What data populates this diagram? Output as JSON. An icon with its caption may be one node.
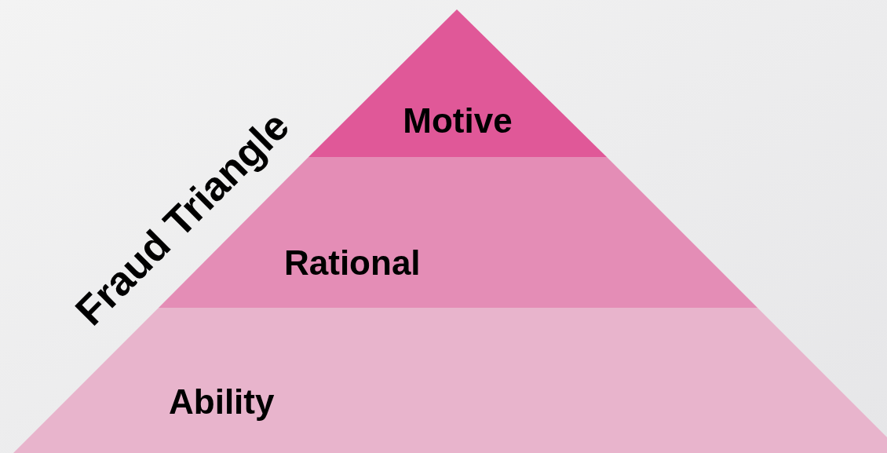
{
  "diagram": {
    "title": "Fraud Triangle",
    "nodes": [
      {
        "text": [
          "Motive"
        ]
      },
      {
        "text": [
          "Rational"
        ]
      },
      {
        "text": [
          "Ability"
        ]
      }
    ]
  }
}
